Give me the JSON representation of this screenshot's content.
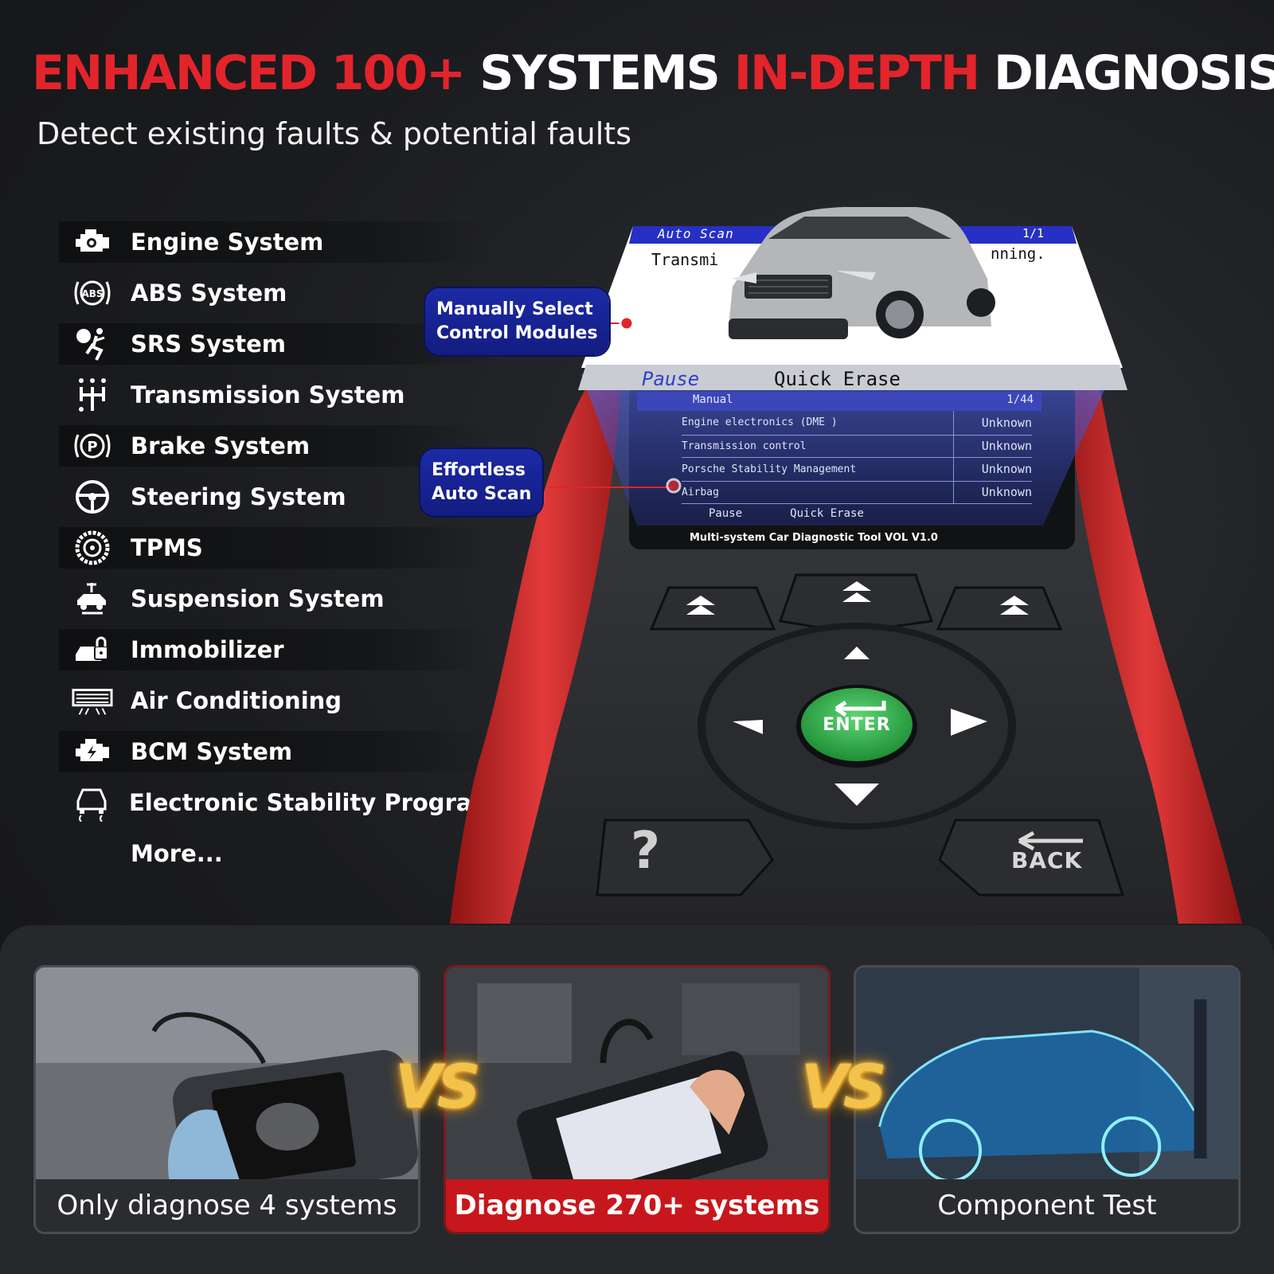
{
  "headline": {
    "part1": "ENHANCED 100+",
    "part2": "SYSTEMS",
    "part3": "IN-DEPTH",
    "part4": "DIAGNOSIS"
  },
  "subtitle": "Detect existing faults & potential faults",
  "systems": [
    {
      "label": "Engine System",
      "icon": "engine-icon"
    },
    {
      "label": "ABS System",
      "icon": "abs-icon"
    },
    {
      "label": "SRS System",
      "icon": "airbag-icon"
    },
    {
      "label": "Transmission System",
      "icon": "gear-shift-icon"
    },
    {
      "label": "Brake System",
      "icon": "parking-brake-icon"
    },
    {
      "label": "Steering System",
      "icon": "steering-wheel-icon"
    },
    {
      "label": "TPMS",
      "icon": "tire-icon"
    },
    {
      "label": "Suspension System",
      "icon": "suspension-lift-icon"
    },
    {
      "label": "Immobilizer",
      "icon": "car-lock-icon"
    },
    {
      "label": "Air Conditioning",
      "icon": "air-conditioner-icon"
    },
    {
      "label": "BCM System",
      "icon": "bcm-icon"
    },
    {
      "label": "Electronic Stability Program",
      "icon": "stability-icon"
    },
    {
      "label": "More...",
      "icon": ""
    }
  ],
  "callouts": {
    "manual": [
      "Manually Select",
      "Control Modules"
    ],
    "auto": [
      "Effortless",
      "Auto Scan"
    ]
  },
  "device": {
    "top_screen": {
      "title": "Auto Scan",
      "page": "1/1",
      "row_left": "Transmi",
      "row_right": "nning.",
      "pause": "Pause",
      "erase": "Quick Erase"
    },
    "lower_screen": {
      "title": "Manual",
      "page": "1/44",
      "rows": [
        {
          "name": "Engine electronics (DME )",
          "status": "Unknown"
        },
        {
          "name": "Transmission control",
          "status": "Unknown"
        },
        {
          "name": "Porsche Stability Management",
          "status": "Unknown"
        },
        {
          "name": "Airbag",
          "status": "Unknown"
        }
      ],
      "pause": "Pause",
      "erase": "Quick Erase",
      "footer": "Multi-system Car Diagnostic Tool VOL V1.0"
    },
    "enter_label": "ENTER",
    "back_label": "BACK",
    "help_label": "?"
  },
  "comparison": {
    "vs_label": "VS",
    "panels": [
      {
        "caption": "Only diagnose 4 systems"
      },
      {
        "caption": "Diagnose 270+ systems"
      },
      {
        "caption": "Component Test"
      }
    ]
  },
  "colors": {
    "accent_red": "#e3242b",
    "callout_blue": "#1c2aa6",
    "enter_green": "#2fb34a",
    "highlight_panel": "#c7171c"
  }
}
